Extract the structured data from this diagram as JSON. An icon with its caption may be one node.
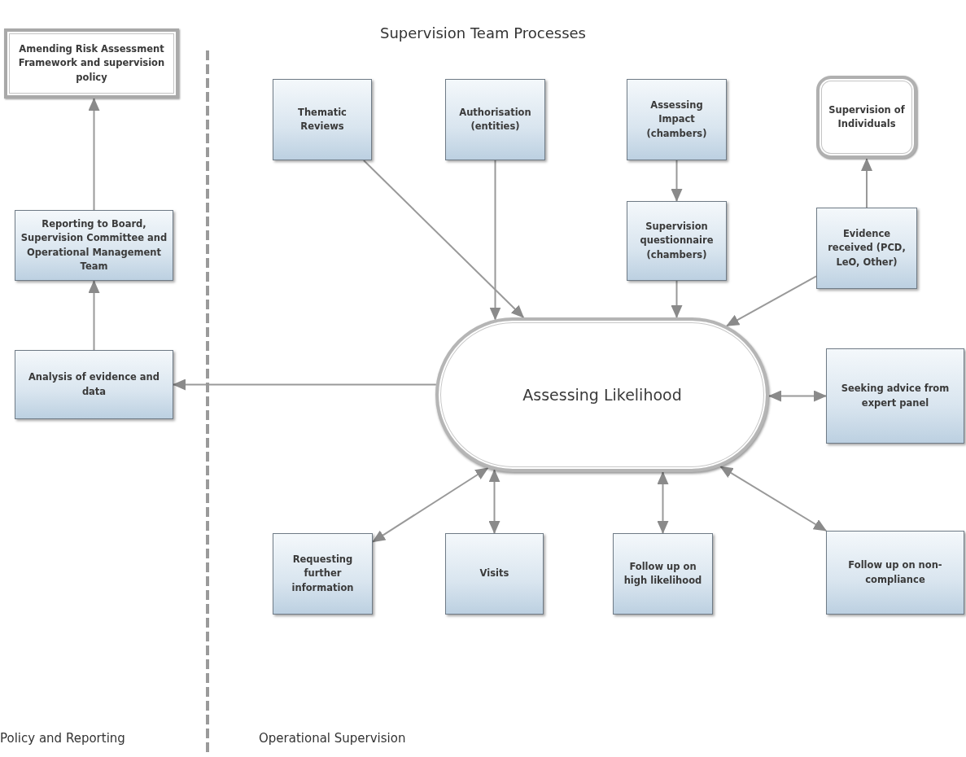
{
  "diagram": {
    "title": "Supervision Team Processes",
    "nodes": [
      {
        "text": [
          "Amending Risk Assessment Framework and supervision policy"
        ]
      },
      {
        "text": [
          "Thematic Reviews"
        ]
      },
      {
        "text": [
          "Authorisation (entities)"
        ]
      },
      {
        "text": [
          "Assessing Impact (chambers)"
        ]
      },
      {
        "text": [
          "Supervision of Individuals"
        ]
      },
      {
        "text": [
          "Reporting to Board, Supervision Committee and Operational Management Team"
        ]
      },
      {
        "text": [
          "Supervision questionnaire (chambers)"
        ]
      },
      {
        "text": [
          "Evidence received (PCD, LeO, Other)"
        ]
      },
      {
        "text": [
          "Analysis of evidence and data"
        ]
      },
      {
        "text": [
          "Assessing Likelihood"
        ]
      },
      {
        "text": [
          "Seeking advice from expert panel"
        ]
      },
      {
        "text": [
          "Requesting further information"
        ]
      },
      {
        "text": [
          "Visits"
        ]
      },
      {
        "text": [
          "Follow up on high likelihood"
        ]
      },
      {
        "text": [
          "Follow up on non-compliance"
        ]
      }
    ],
    "edges": [
      {
        "from": 1,
        "to": 9,
        "arrow": "to"
      },
      {
        "from": 2,
        "to": 9,
        "arrow": "to"
      },
      {
        "from": 3,
        "to": 6,
        "arrow": "to"
      },
      {
        "from": 6,
        "to": 9,
        "arrow": "to"
      },
      {
        "from": 7,
        "to": 9,
        "arrow": "to"
      },
      {
        "from": 7,
        "to": 4,
        "arrow": "to"
      },
      {
        "from": 9,
        "to": 10,
        "arrow": "both"
      },
      {
        "from": 9,
        "to": 8,
        "arrow": "to"
      },
      {
        "from": 8,
        "to": 5,
        "arrow": "to"
      },
      {
        "from": 5,
        "to": 0,
        "arrow": "to"
      },
      {
        "from": 9,
        "to": 11,
        "arrow": "both"
      },
      {
        "from": 9,
        "to": 12,
        "arrow": "both"
      },
      {
        "from": 9,
        "to": 13,
        "arrow": "both"
      },
      {
        "from": 9,
        "to": 14,
        "arrow": "both"
      }
    ],
    "labels": [
      "Policy and Reporting",
      "Operational Supervision"
    ]
  }
}
